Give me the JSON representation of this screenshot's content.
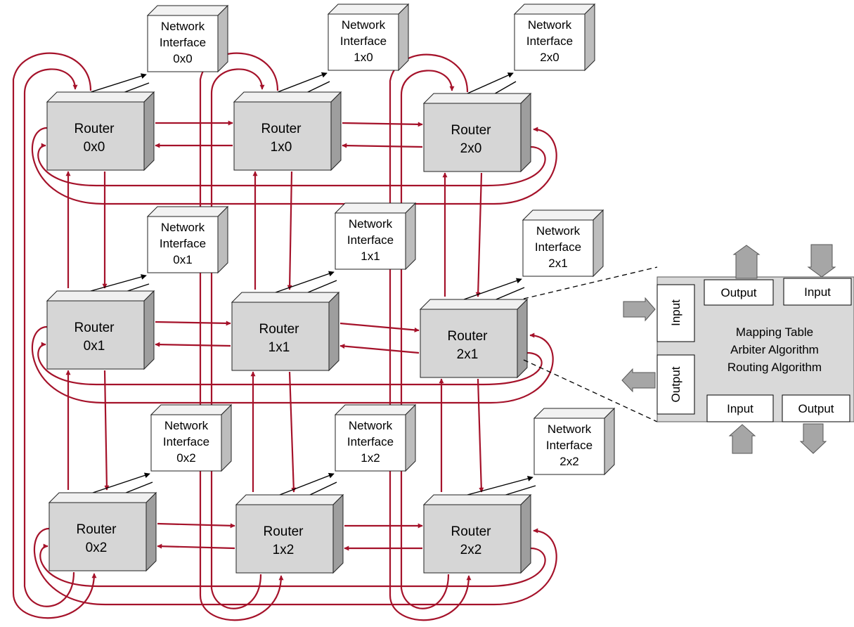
{
  "colors": {
    "link": "#a5122a",
    "ni_link": "#000000",
    "router_front": "#d6d6d6",
    "router_top": "#f0f0f0",
    "router_side": "#9e9e9e",
    "ni_front": "#ffffff",
    "ni_top": "#f2f2f2",
    "ni_side": "#bdbdbd",
    "detail_fill": "#d9d9d9",
    "arrow_fill": "#a6a6a6"
  },
  "routers": [
    {
      "id": "0x0",
      "line1": "Router",
      "line2": "0x0"
    },
    {
      "id": "1x0",
      "line1": "Router",
      "line2": "1x0"
    },
    {
      "id": "2x0",
      "line1": "Router",
      "line2": "2x0"
    },
    {
      "id": "0x1",
      "line1": "Router",
      "line2": "0x1"
    },
    {
      "id": "1x1",
      "line1": "Router",
      "line2": "1x1"
    },
    {
      "id": "2x1",
      "line1": "Router",
      "line2": "2x1"
    },
    {
      "id": "0x2",
      "line1": "Router",
      "line2": "0x2"
    },
    {
      "id": "1x2",
      "line1": "Router",
      "line2": "1x2"
    },
    {
      "id": "2x2",
      "line1": "Router",
      "line2": "2x2"
    }
  ],
  "interfaces": [
    {
      "id": "0x0",
      "line1": "Network",
      "line2": "Interface",
      "line3": "0x0"
    },
    {
      "id": "1x0",
      "line1": "Network",
      "line2": "Interface",
      "line3": "1x0"
    },
    {
      "id": "2x0",
      "line1": "Network",
      "line2": "Interface",
      "line3": "2x0"
    },
    {
      "id": "0x1",
      "line1": "Network",
      "line2": "Interface",
      "line3": "0x1"
    },
    {
      "id": "1x1",
      "line1": "Network",
      "line2": "Interface",
      "line3": "1x1"
    },
    {
      "id": "2x1",
      "line1": "Network",
      "line2": "Interface",
      "line3": "2x1"
    },
    {
      "id": "0x2",
      "line1": "Network",
      "line2": "Interface",
      "line3": "0x2"
    },
    {
      "id": "1x2",
      "line1": "Network",
      "line2": "Interface",
      "line3": "1x2"
    },
    {
      "id": "2x2",
      "line1": "Network",
      "line2": "Interface",
      "line3": "2x2"
    }
  ],
  "router_detail": {
    "ports": {
      "top_output": "Output",
      "top_input": "Input",
      "left_input": "Input",
      "left_output": "Output",
      "bottom_input": "Input",
      "bottom_output": "Output"
    },
    "lines": [
      "Mapping Table",
      "Arbiter Algorithm",
      "Routing Algorithm"
    ]
  }
}
